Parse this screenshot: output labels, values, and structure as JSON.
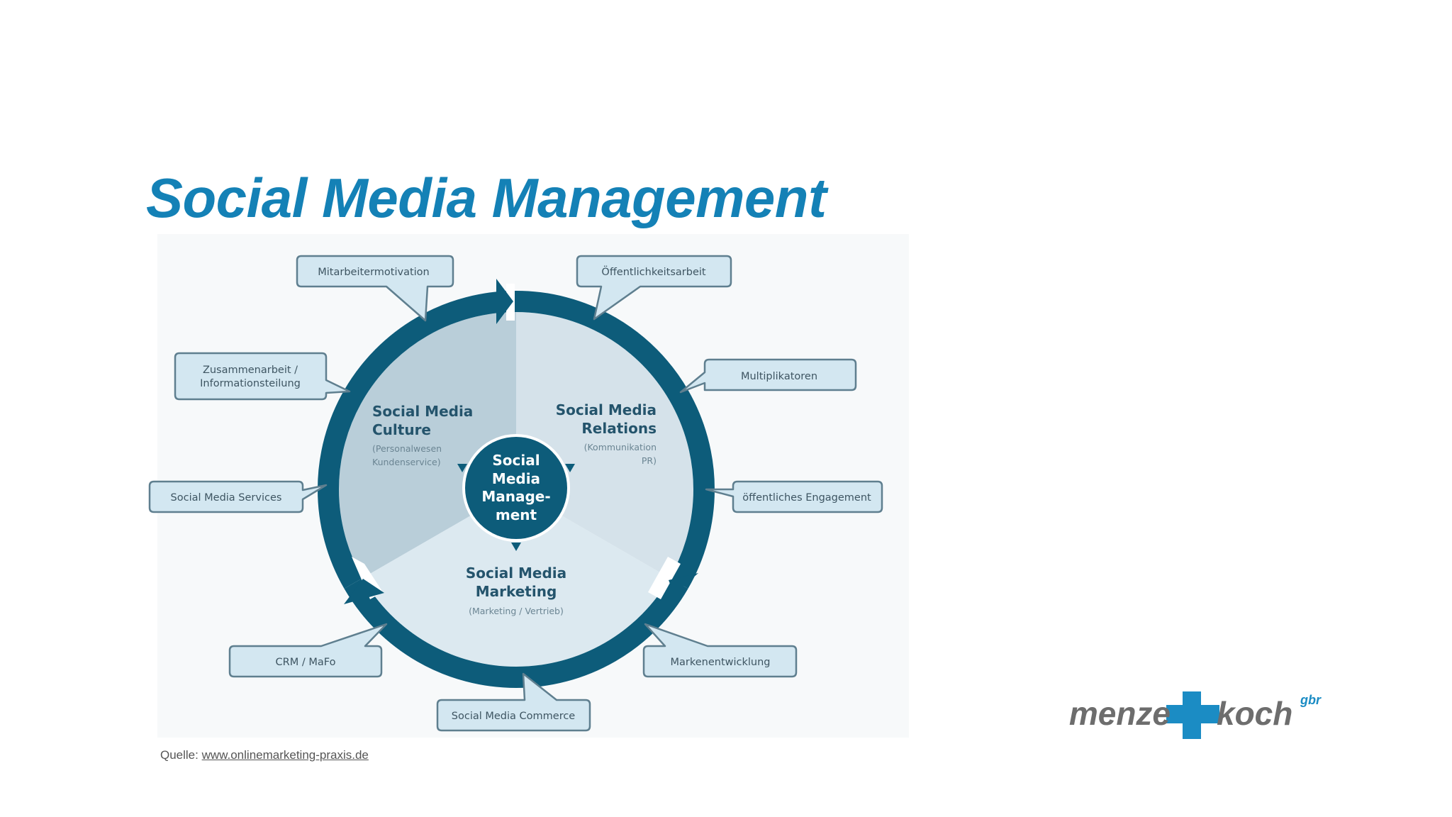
{
  "title": "Social Media Management",
  "diagram": {
    "center": [
      "Social",
      "Media",
      "Manage-",
      "ment"
    ],
    "segments": {
      "culture": {
        "title": [
          "Social Media",
          "Culture"
        ],
        "sub": [
          "(Personalwesen",
          "Kundenservice)"
        ]
      },
      "relations": {
        "title": [
          "Social Media",
          "Relations"
        ],
        "sub": [
          "(Kommunikation",
          "PR)"
        ]
      },
      "marketing": {
        "title": [
          "Social Media",
          "Marketing"
        ],
        "sub": [
          "(Marketing / Vertrieb)"
        ]
      }
    },
    "callouts": {
      "mitarbeitermotivation": "Mitarbeitermotivation",
      "oeffentlichkeitsarbeit": "Öffentlichkeitsarbeit",
      "zusammenarbeit": [
        "Zusammenarbeit /",
        "Informationsteilung"
      ],
      "multiplikatoren": "Multiplikatoren",
      "social_media_services": "Social Media Services",
      "oeffentliches_engagement": "öffentliches Engagement",
      "crm": "CRM / MaFo",
      "markenentwicklung": "Markenentwicklung",
      "social_media_commerce": "Social Media Commerce"
    }
  },
  "source": {
    "label": "Quelle:",
    "link": "www.onlinemarketing-praxis.de"
  },
  "logo": {
    "left": "menze",
    "right": "koch",
    "suffix": "gbr"
  },
  "colors": {
    "title": "#1481b6",
    "ring": "#0d5c7a",
    "callout_fill": "#d3e7f1",
    "logo_cross": "#1b8cc4",
    "logo_text": "#6d6d6d"
  }
}
